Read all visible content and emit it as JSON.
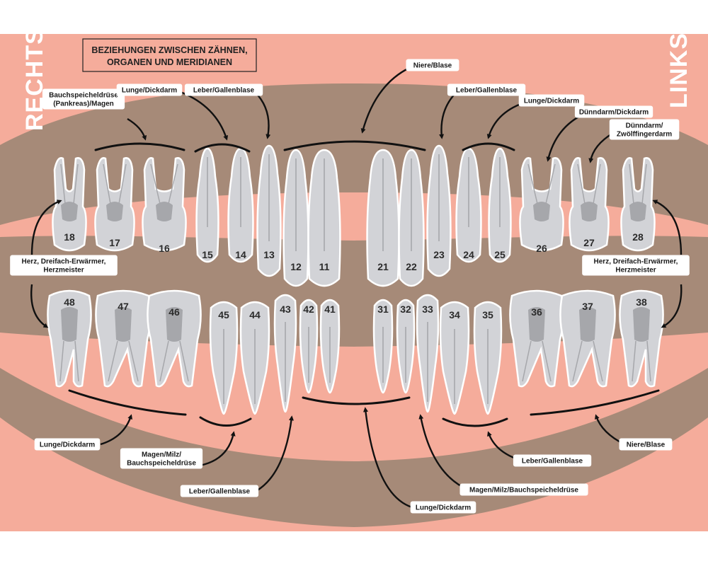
{
  "title": {
    "line1": "BEZIEHUNGEN ZWISCHEN ZÄHNEN,",
    "line2": "ORGANEN UND MERIDIANEN"
  },
  "sides": {
    "right": "RECHTS",
    "left": "LINKS"
  },
  "colors": {
    "background": "#f5ac9b",
    "jaw": "#a68a78",
    "tooth": "#d2d3d7",
    "pulp": "#a6a7ab",
    "line": "#111111",
    "label_bg": "#ffffff"
  },
  "teeth": {
    "upper": [
      {
        "num": "18",
        "group": "molar"
      },
      {
        "num": "17",
        "group": "molar"
      },
      {
        "num": "16",
        "group": "molar"
      },
      {
        "num": "15",
        "group": "premolar"
      },
      {
        "num": "14",
        "group": "premolar"
      },
      {
        "num": "13",
        "group": "canine"
      },
      {
        "num": "12",
        "group": "incisor"
      },
      {
        "num": "11",
        "group": "incisor"
      },
      {
        "num": "21",
        "group": "incisor"
      },
      {
        "num": "22",
        "group": "incisor"
      },
      {
        "num": "23",
        "group": "canine"
      },
      {
        "num": "24",
        "group": "premolar"
      },
      {
        "num": "25",
        "group": "premolar"
      },
      {
        "num": "26",
        "group": "molar"
      },
      {
        "num": "27",
        "group": "molar"
      },
      {
        "num": "28",
        "group": "molar"
      }
    ],
    "lower": [
      {
        "num": "48",
        "group": "molar"
      },
      {
        "num": "47",
        "group": "molar"
      },
      {
        "num": "46",
        "group": "molar"
      },
      {
        "num": "45",
        "group": "premolar"
      },
      {
        "num": "44",
        "group": "premolar"
      },
      {
        "num": "43",
        "group": "canine"
      },
      {
        "num": "42",
        "group": "incisor"
      },
      {
        "num": "41",
        "group": "incisor"
      },
      {
        "num": "31",
        "group": "incisor"
      },
      {
        "num": "32",
        "group": "incisor"
      },
      {
        "num": "33",
        "group": "canine"
      },
      {
        "num": "34",
        "group": "premolar"
      },
      {
        "num": "35",
        "group": "premolar"
      },
      {
        "num": "36",
        "group": "molar"
      },
      {
        "num": "37",
        "group": "molar"
      },
      {
        "num": "38",
        "group": "molar"
      }
    ]
  },
  "labels": [
    {
      "id": "u-bauchspeichel",
      "lines": [
        "Bauchspeicheldrüse",
        "(Pankreas)/Magen"
      ],
      "teeth": [
        "17",
        "16"
      ]
    },
    {
      "id": "u-lunge-r",
      "lines": [
        "Lunge/Dickdarm"
      ],
      "teeth": [
        "15",
        "14"
      ]
    },
    {
      "id": "u-leber-r",
      "lines": [
        "Leber/Gallenblase"
      ],
      "teeth": [
        "13"
      ]
    },
    {
      "id": "u-niere",
      "lines": [
        "Niere/Blase"
      ],
      "teeth": [
        "12",
        "11",
        "21",
        "22"
      ]
    },
    {
      "id": "u-leber-l",
      "lines": [
        "Leber/Gallenblase"
      ],
      "teeth": [
        "23"
      ]
    },
    {
      "id": "u-lunge-l",
      "lines": [
        "Lunge/Dickdarm"
      ],
      "teeth": [
        "24",
        "25"
      ]
    },
    {
      "id": "u-duenndarm-dick",
      "lines": [
        "Dünndarm/Dickdarm"
      ],
      "teeth": [
        "26"
      ]
    },
    {
      "id": "u-duenndarm-zwoelf",
      "lines": [
        "Dünndarm/",
        "Zwölffingerdarm"
      ],
      "teeth": [
        "27"
      ]
    },
    {
      "id": "herz-r",
      "lines": [
        "Herz, Dreifach-Erwärmer,",
        "Herzmeister"
      ],
      "teeth": [
        "18",
        "48"
      ]
    },
    {
      "id": "herz-l",
      "lines": [
        "Herz, Dreifach-Erwärmer,",
        "Herzmeister"
      ],
      "teeth": [
        "28",
        "38"
      ]
    },
    {
      "id": "l-lunge-r",
      "lines": [
        "Lunge/Dickdarm"
      ],
      "teeth": [
        "47",
        "46"
      ]
    },
    {
      "id": "l-magen-r",
      "lines": [
        "Magen/Milz/",
        "Bauchspeicheldrüse"
      ],
      "teeth": [
        "45",
        "44"
      ]
    },
    {
      "id": "l-leber-r",
      "lines": [
        "Leber/Gallenblase"
      ],
      "teeth": [
        "43"
      ]
    },
    {
      "id": "l-lunge-c",
      "lines": [
        "Lunge/Dickdarm"
      ],
      "teeth": [
        "42",
        "41",
        "31",
        "32"
      ]
    },
    {
      "id": "l-magen-l",
      "lines": [
        "Magen/Milz/Bauchspeicheldrüse"
      ],
      "teeth": [
        "33"
      ]
    },
    {
      "id": "l-leber-l",
      "lines": [
        "Leber/Gallenblase"
      ],
      "teeth": [
        "34",
        "35"
      ]
    },
    {
      "id": "l-niere",
      "lines": [
        "Niere/Blase"
      ],
      "teeth": [
        "36",
        "37"
      ]
    }
  ]
}
